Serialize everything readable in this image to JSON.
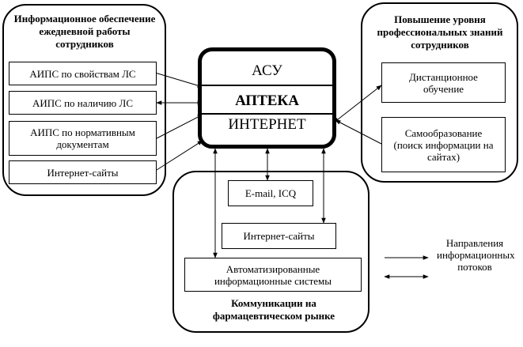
{
  "center": {
    "row1": "АСУ",
    "row2": "АПТЕКА",
    "row3": "ИНТЕРНЕТ"
  },
  "left_group": {
    "title": "Информационное обеспечение ежедневной работы сотрудников",
    "boxes": [
      "АИПС по свойствам ЛС",
      "АИПС по наличию ЛС",
      "АИПС по нормативным документам",
      "Интернет-сайты"
    ]
  },
  "right_group": {
    "title": "Повышение уровня профессиональных знаний сотрудников",
    "boxes": [
      "Дистанционное обучение",
      "Самообразование (поиск информации на сайтах)"
    ]
  },
  "bottom_group": {
    "title": "Коммуникации на фармацевтическом рынке",
    "boxes": [
      "E-mail, ICQ",
      "Интернет-сайты",
      "Автоматизированные информационные системы"
    ]
  },
  "legend": {
    "text": "Направления информационных потоков"
  }
}
